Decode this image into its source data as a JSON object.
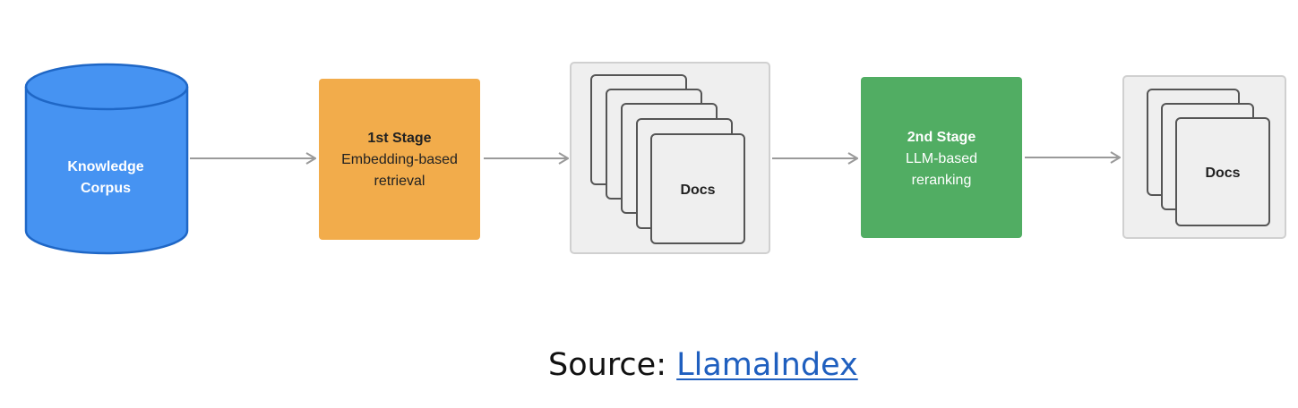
{
  "colors": {
    "corpus": "#4693f2",
    "corpus_stroke": "#1f67c6",
    "stage1": "#f2ac4b",
    "stage2": "#51ad63",
    "panel": "#efefef",
    "panel_stroke": "#d0d0d0",
    "doc": "#efefef",
    "doc_stroke": "#555555",
    "arrow": "#9a9a9a",
    "link": "#1f5fbf"
  },
  "corpus": {
    "line1": "Knowledge",
    "line2": "Corpus"
  },
  "stage1": {
    "title": "1st Stage",
    "line1": "Embedding-based",
    "line2": "retrieval"
  },
  "docs1": {
    "label": "Docs"
  },
  "stage2": {
    "title": "2nd Stage",
    "line1": "LLM-based",
    "line2": "reranking"
  },
  "docs2": {
    "label": "Docs"
  },
  "caption": {
    "prefix": "Source: ",
    "link_text": "LlamaIndex"
  }
}
